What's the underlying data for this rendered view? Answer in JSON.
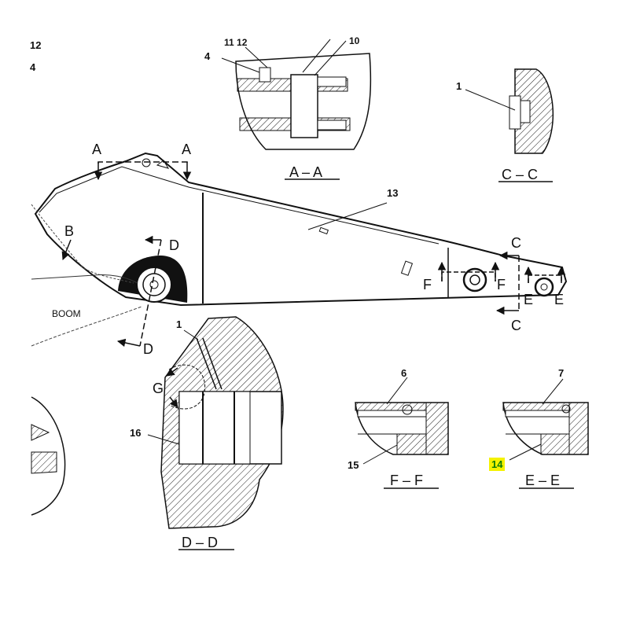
{
  "corner_labels": {
    "top": "12",
    "bottom": "4"
  },
  "section_titles": {
    "aa": "A – A",
    "cc": "C – C",
    "dd": "D – D",
    "ff": "F – F",
    "ee": "E – E"
  },
  "cut_letters": {
    "a": "A",
    "b": "B",
    "c": "C",
    "d": "D",
    "e": "E",
    "f": "F",
    "g": "G"
  },
  "boom_label": "BOOM",
  "part_numbers": {
    "p1": "1",
    "p4": "4",
    "p6": "6",
    "p7": "7",
    "p11_12": "11 12",
    "p13": "13",
    "p14": "14",
    "p15": "15",
    "p16": "16",
    "p10": "10"
  },
  "highlight_color": "#f4f200",
  "highlight_text_color": "#0a7a0a"
}
